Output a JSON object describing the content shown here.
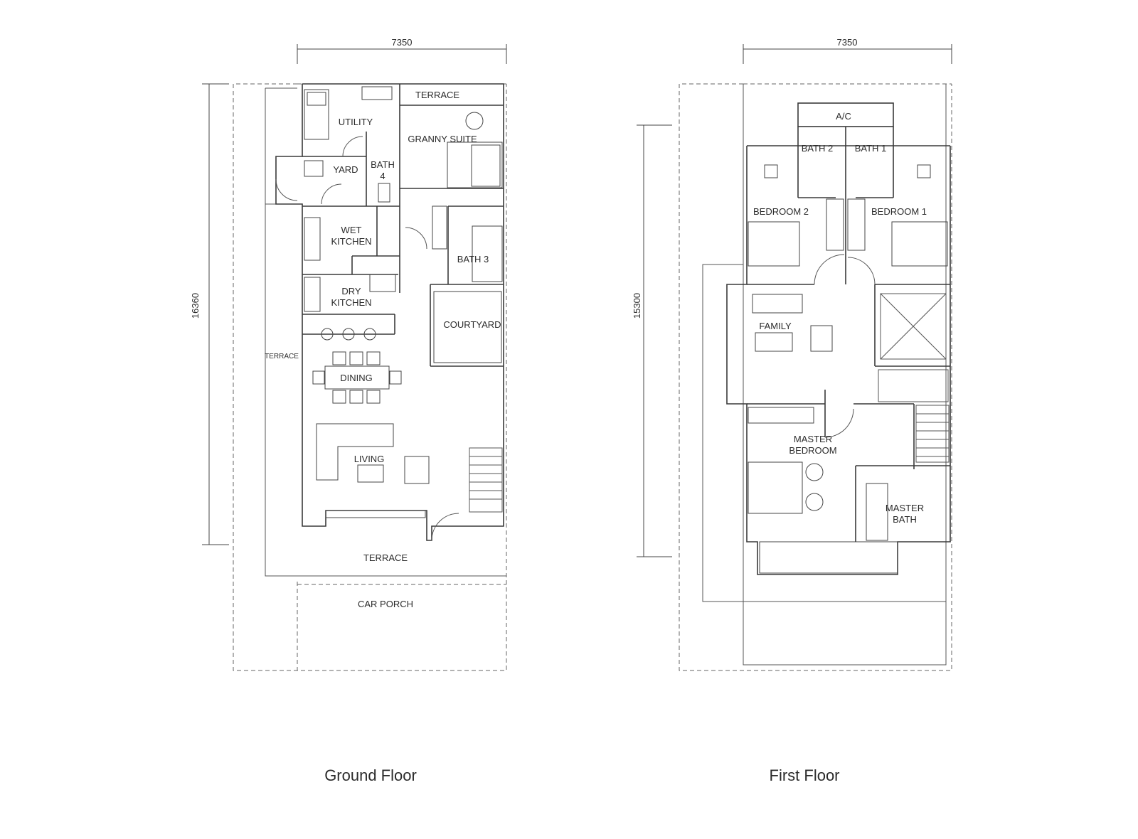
{
  "ground_floor": {
    "title": "Ground Floor",
    "width_dim": "7350",
    "depth_dim": "16360",
    "rooms": {
      "terrace_top": "TERRACE",
      "utility": "UTILITY",
      "granny_suite": "GRANNY SUITE",
      "yard": "YARD",
      "bath4_a": "BATH",
      "bath4_b": "4",
      "wet_kitchen_a": "WET",
      "wet_kitchen_b": "KITCHEN",
      "bath3": "BATH 3",
      "dry_kitchen_a": "DRY",
      "dry_kitchen_b": "KITCHEN",
      "courtyard": "COURTYARD",
      "terrace_side": "TERRACE",
      "dining": "DINING",
      "living": "LIVING",
      "terrace_front": "TERRACE",
      "car_porch": "CAR PORCH"
    }
  },
  "first_floor": {
    "title": "First Floor",
    "width_dim": "7350",
    "depth_dim": "15300",
    "rooms": {
      "ac": "A/C",
      "bath2": "BATH 2",
      "bath1": "BATH 1",
      "bedroom2": "BEDROOM 2",
      "bedroom1": "BEDROOM 1",
      "family": "FAMILY",
      "master_bedroom_a": "MASTER",
      "master_bedroom_b": "BEDROOM",
      "master_bath_a": "MASTER",
      "master_bath_b": "BATH"
    }
  }
}
